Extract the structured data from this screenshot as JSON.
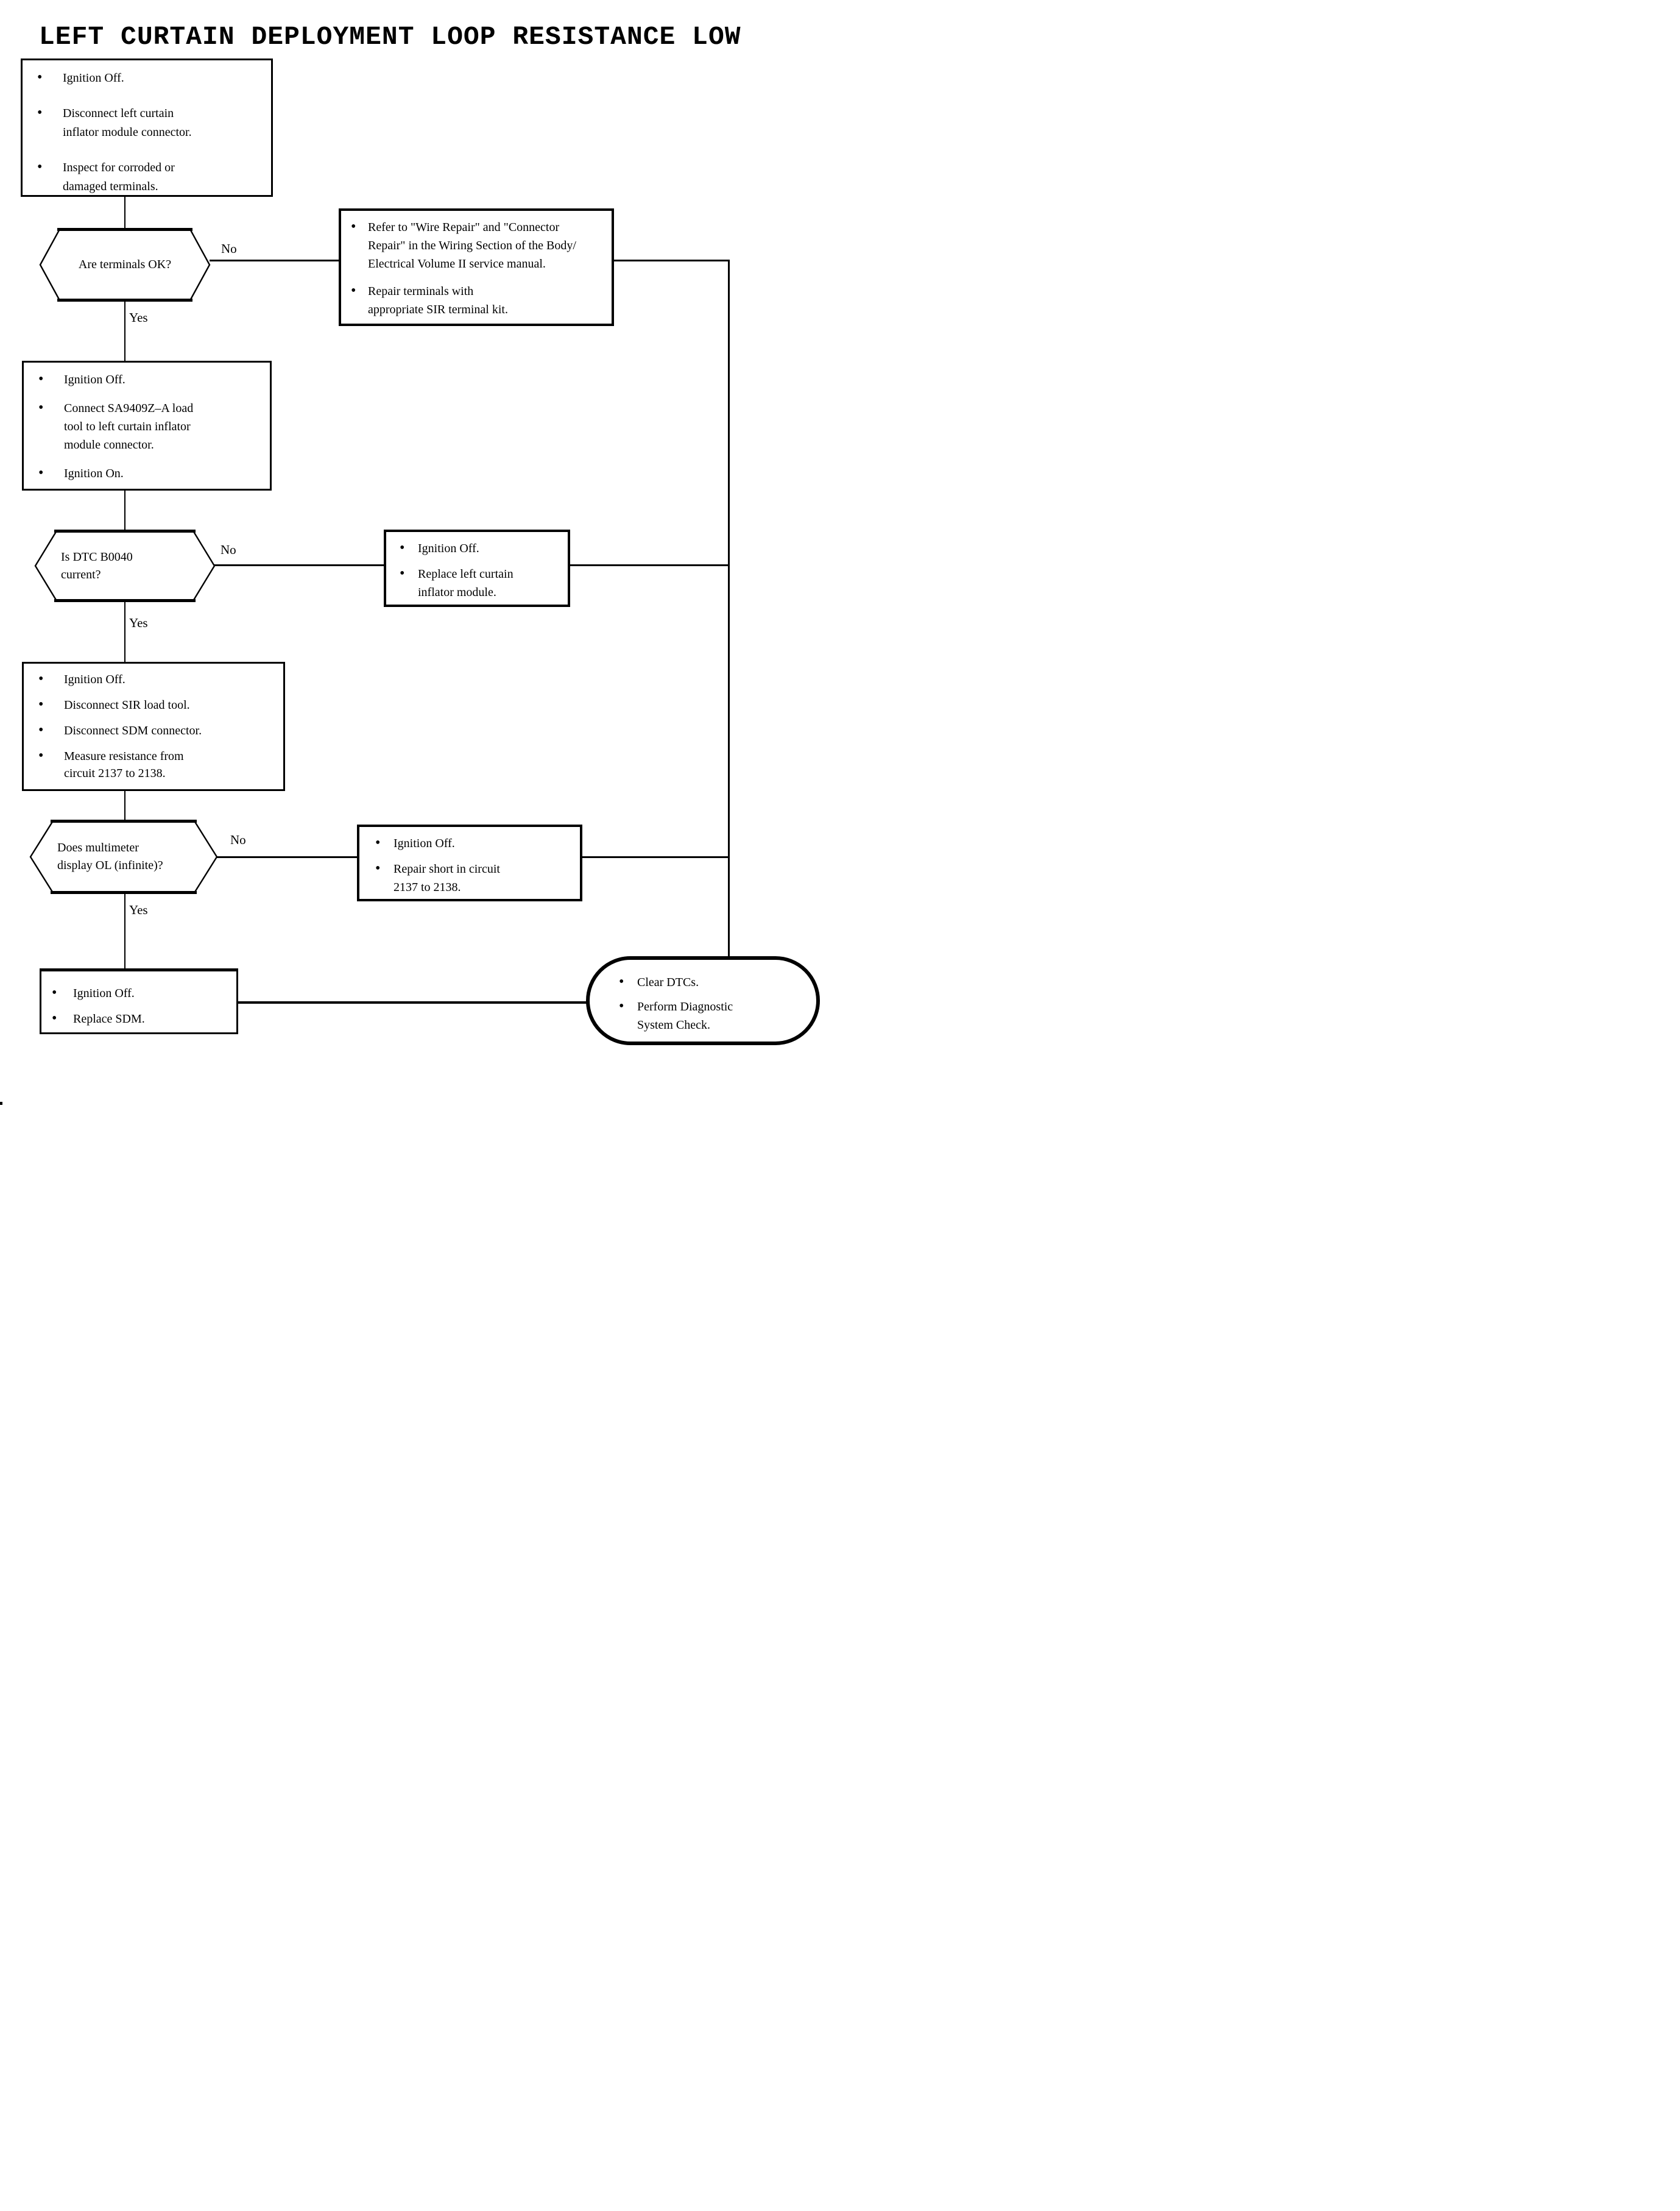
{
  "title": "LEFT CURTAIN DEPLOYMENT LOOP RESISTANCE LOW",
  "labels": {
    "yes": "Yes",
    "no": "No"
  },
  "nodes": {
    "start": {
      "items": [
        "Ignition Off.",
        "Disconnect left curtain\ninflator module connector.",
        "Inspect for corroded or\ndamaged terminals."
      ]
    },
    "q_terminals": {
      "question": "Are terminals OK?"
    },
    "repair_terminals": {
      "items": [
        "Refer to \"Wire Repair\" and \"Connector\nRepair\" in the Wiring Section of the Body/\nElectrical Volume II service manual.",
        "Repair terminals with\nappropriate SIR terminal kit."
      ]
    },
    "load_tool": {
      "items": [
        "Ignition Off.",
        "Connect SA9409Z–A load\ntool to left curtain inflator\nmodule connector.",
        "Ignition On."
      ]
    },
    "q_dtc": {
      "question": "Is DTC B0040\ncurrent?"
    },
    "replace_inflator": {
      "items": [
        "Ignition Off.",
        "Replace left curtain\ninflator module."
      ]
    },
    "measure": {
      "items": [
        "Ignition Off.",
        "Disconnect SIR load tool.",
        "Disconnect SDM connector.",
        "Measure resistance from\ncircuit 2137 to 2138."
      ]
    },
    "q_multimeter": {
      "question": "Does multimeter\ndisplay OL (infinite)?"
    },
    "repair_short": {
      "items": [
        "Ignition Off.",
        "Repair short in circuit\n2137 to 2138."
      ]
    },
    "replace_sdm": {
      "items": [
        "Ignition Off.",
        "Replace SDM."
      ]
    },
    "end": {
      "items": [
        "Clear DTCs.",
        "Perform Diagnostic\nSystem Check."
      ]
    }
  }
}
